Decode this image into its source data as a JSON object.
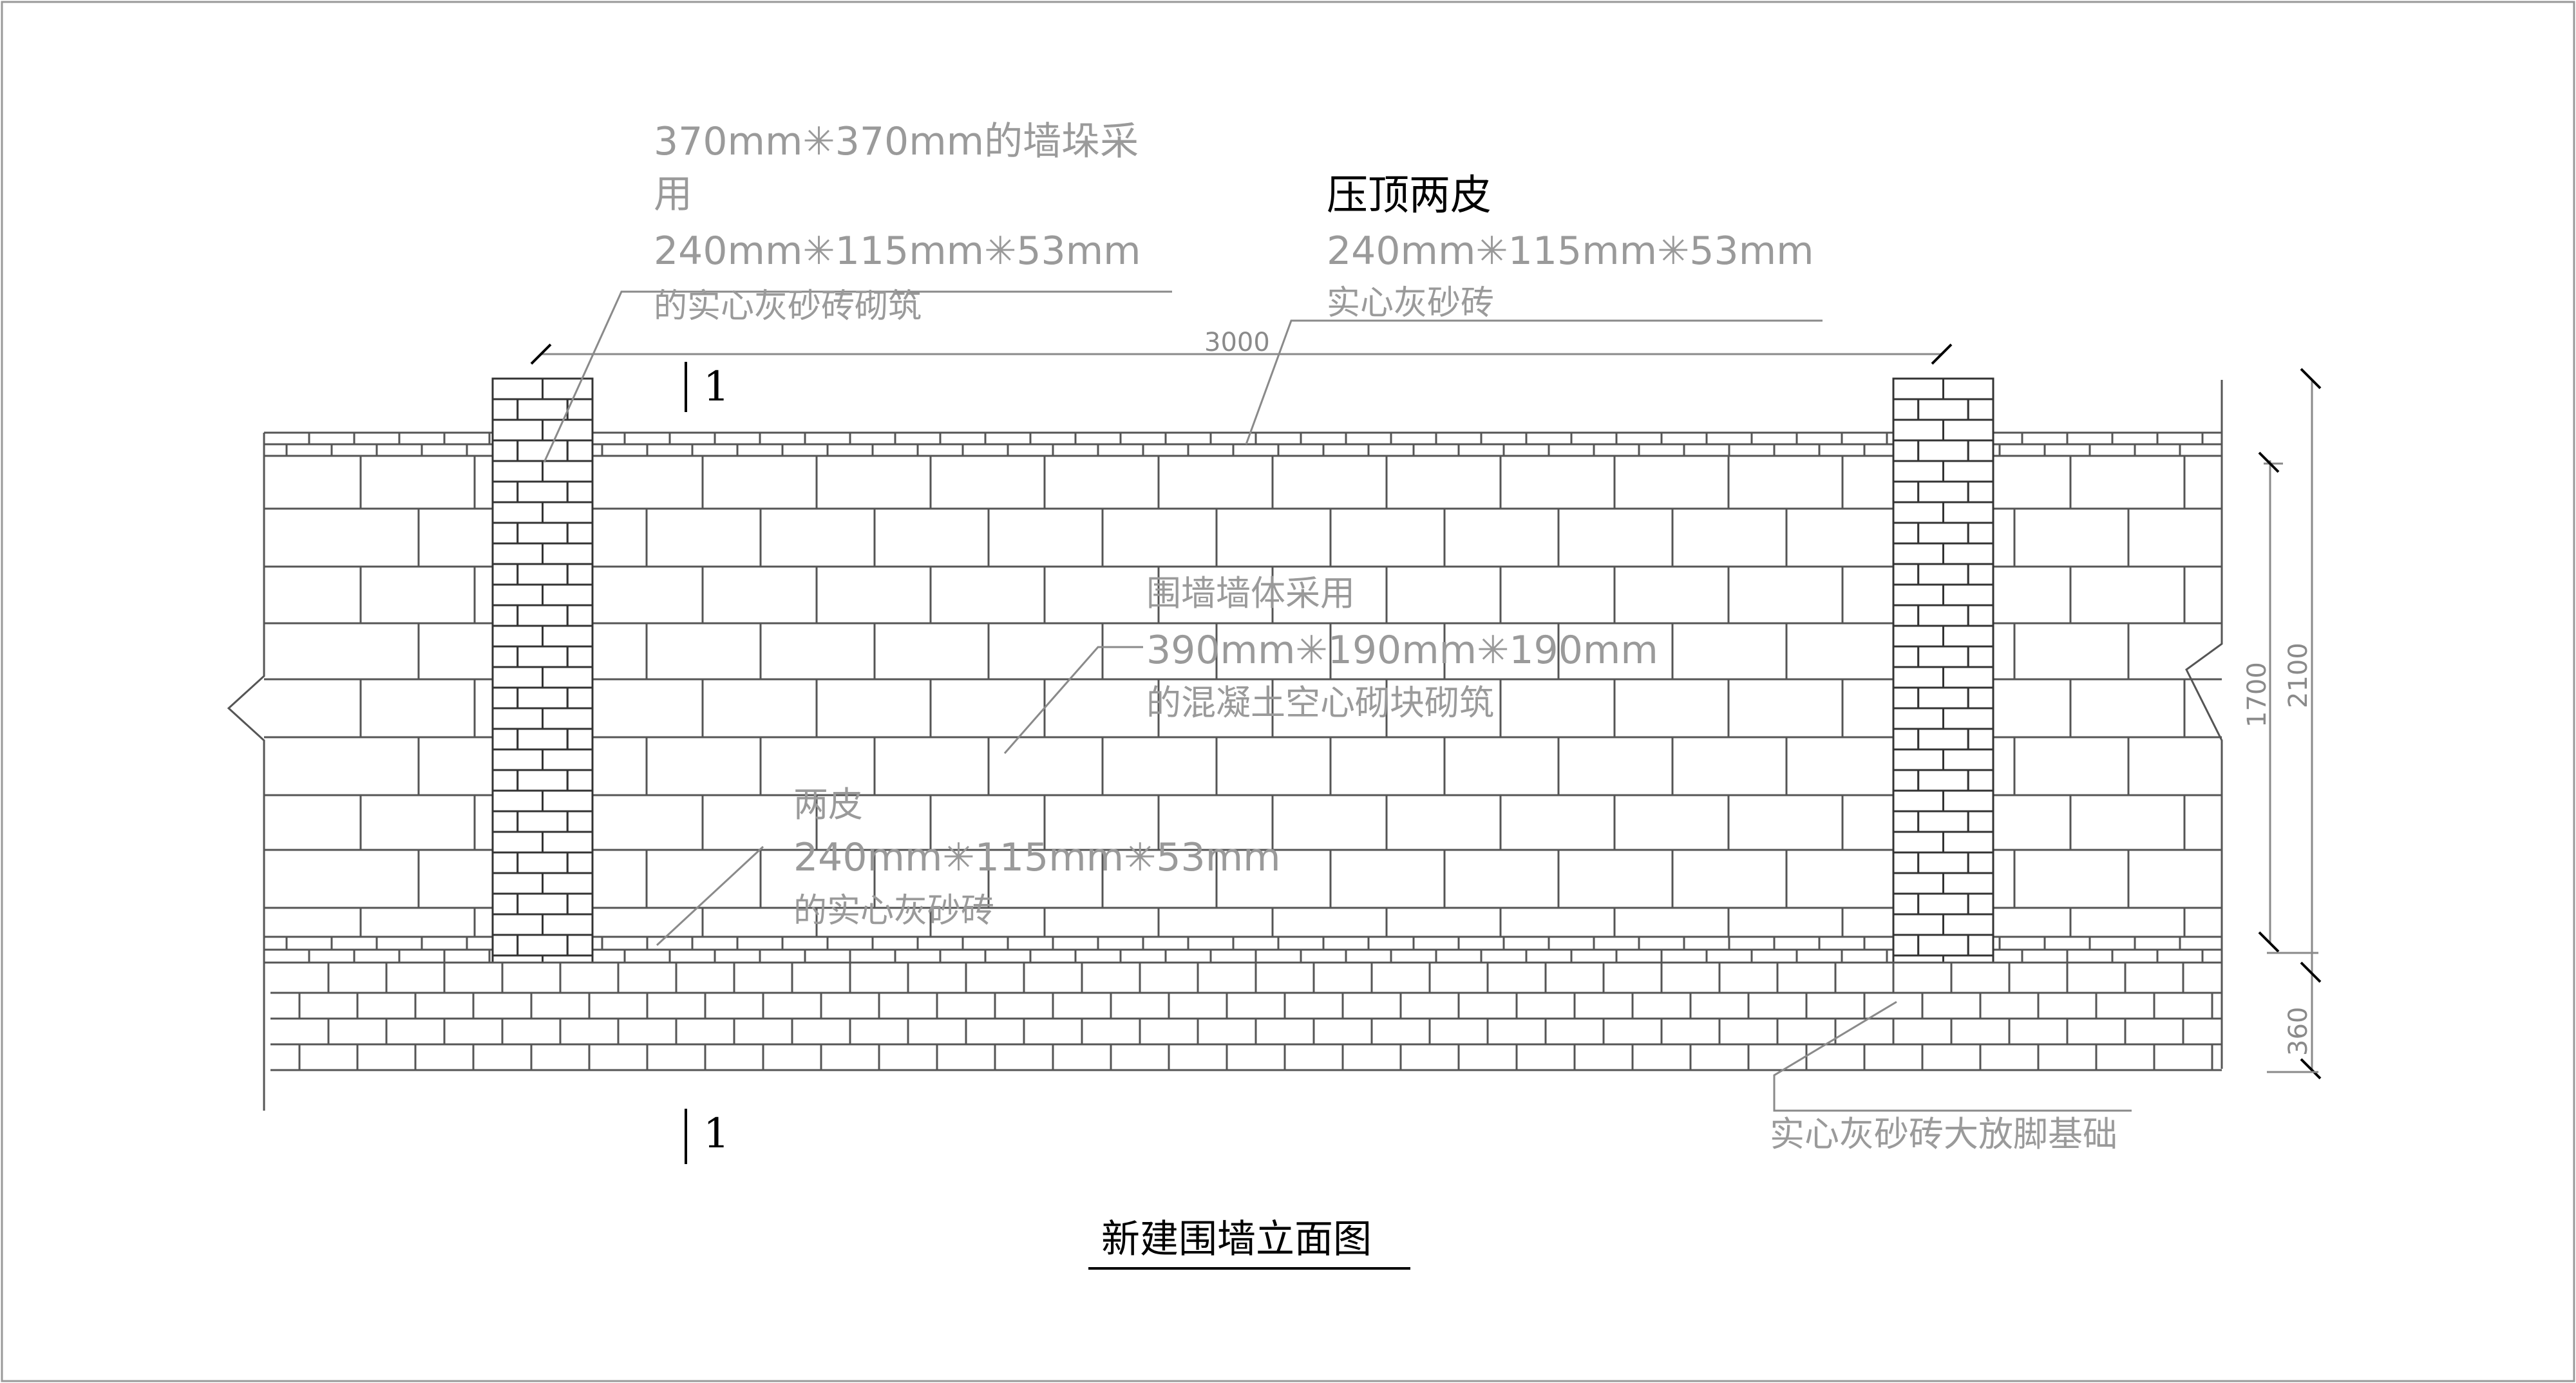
{
  "drawing": {
    "title": "新建围墙立面图",
    "section_mark": "1",
    "notes": {
      "pier": [
        "370mm✳370mm的墙垛采",
        "用",
        "240mm✳115mm✳53mm",
        "的实心灰砂砖砌筑"
      ],
      "coping_title": "压顶两皮",
      "coping": [
        "240mm✳115mm✳53mm",
        "实心灰砂砖"
      ],
      "wall": [
        "围墙墙体采用",
        "390mm✳190mm✳190mm",
        "的混凝土空心砌块砌筑"
      ],
      "base_course": [
        "两皮",
        "240mm✳115mm✳53mm",
        "的实心灰砂砖"
      ],
      "footing": "实心灰砂砖大放脚基础"
    },
    "dimensions": {
      "pier_spacing": "3000",
      "wall_height": "1700",
      "total_height": "2100",
      "footing_height": "360"
    }
  }
}
